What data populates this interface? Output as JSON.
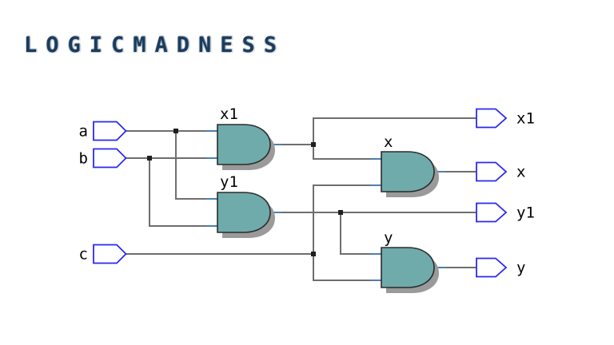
{
  "title": "LOGICMADNESS",
  "circuit": {
    "inputs": [
      {
        "id": "a",
        "label": "a"
      },
      {
        "id": "b",
        "label": "b"
      },
      {
        "id": "c",
        "label": "c"
      }
    ],
    "gates": [
      {
        "id": "x1",
        "label": "x1",
        "type": "AND",
        "input_wires": [
          "a",
          "b"
        ]
      },
      {
        "id": "y1",
        "label": "y1",
        "type": "AND",
        "input_wires": [
          "a",
          "b"
        ]
      },
      {
        "id": "x",
        "label": "x",
        "type": "AND",
        "input_wires": [
          "x1",
          "c"
        ]
      },
      {
        "id": "y",
        "label": "y",
        "type": "AND",
        "input_wires": [
          "y1",
          "c"
        ]
      }
    ],
    "outputs": [
      {
        "id": "x1",
        "label": "x1"
      },
      {
        "id": "x",
        "label": "x"
      },
      {
        "id": "y1",
        "label": "y1"
      },
      {
        "id": "y",
        "label": "y"
      }
    ]
  },
  "colors": {
    "title_text": "#1b3c5c",
    "gate_fill": "#6fabab",
    "gate_shadow": "#9a9a9a",
    "gate_outline": "#2b2b2b",
    "wire": "#6e6e6e",
    "pin_stub": "#4d7eb2",
    "junction": "#1f1f1f",
    "port_outline": "#2a2af0",
    "port_fill": "#ffffff",
    "background": "#ffffff"
  }
}
